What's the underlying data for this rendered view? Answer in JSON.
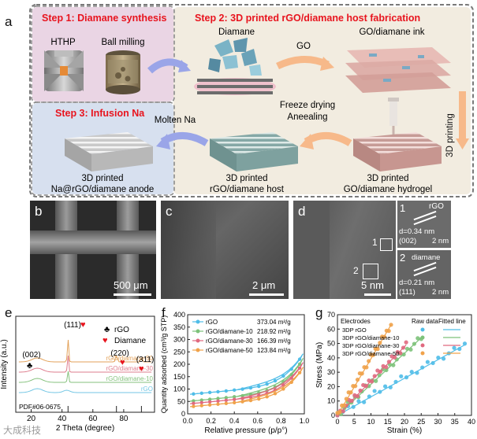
{
  "panel_a": {
    "letter": "a",
    "step1_title": "Step 1: Diamane synthesis",
    "step2_title": "Step 2: 3D printed rGO/diamane host fabrication",
    "step3_title": "Step 3: Infusion Na",
    "hthp": "HTHP",
    "ball_milling": "Ball milling",
    "diamane": "Diamane",
    "go": "GO",
    "go_ink": "GO/diamane ink",
    "printing": "3D printing",
    "freeze": "Freeze drying",
    "anneal": "Aneealing",
    "molten": "Molten Na",
    "item1_l1": "3D printed",
    "item1_l2": "Na@rGO/diamane anode",
    "item2_l1": "3D printed",
    "item2_l2": "rGO/diamane host",
    "item3_l1": "3D printed",
    "item3_l2": "GO/diamane hydrogel",
    "colors": {
      "step_title": "#e8141e",
      "step1_bg": "#ead5e4",
      "step2_bg": "#f2ece0",
      "step3_bg": "#d7e0ef",
      "arrow_blue": "#9aa5e8",
      "arrow_orange": "#f7b98a"
    }
  },
  "panel_b": {
    "letter": "b",
    "scale": "500 μm"
  },
  "panel_c": {
    "letter": "c",
    "scale": "2 μm"
  },
  "panel_d": {
    "letter": "d",
    "scale": "5 nm",
    "box1": "1",
    "box2": "2",
    "inset1_num": "1",
    "inset1_tag": "rGO",
    "inset1_d": "d=0.34 nm",
    "inset1_plane": "(002)",
    "inset1_scale": "2 nm",
    "inset2_num": "2",
    "inset2_tag": "diamane",
    "inset2_d": "d=0.21 nm",
    "inset2_plane": "(111)",
    "inset2_scale": "2 nm"
  },
  "panel_e": {
    "letter": "e"
  },
  "panel_f": {
    "letter": "f"
  },
  "panel_g": {
    "letter": "g"
  },
  "watermark": "大成科技",
  "chart_data": [
    {
      "id": "e",
      "type": "line",
      "xlabel": "2 Theta (degree)",
      "ylabel": "Intensity (a.u.)",
      "xlim": [
        10,
        100
      ],
      "xticks": [
        20,
        40,
        60,
        80
      ],
      "legend": [
        {
          "symbol": "♣",
          "label": "rGO"
        },
        {
          "symbol": "♥",
          "label": "Diamane"
        }
      ],
      "peak_labels": [
        "(111)",
        "(002)",
        "(220)",
        "(311)"
      ],
      "reference": "PDF#06-0675",
      "series": [
        {
          "name": "rGO/diamane-50",
          "color": "#e3a25a"
        },
        {
          "name": "rGO/diamane-30",
          "color": "#de7d8d"
        },
        {
          "name": "rGO/diamane-10",
          "color": "#86c27e"
        },
        {
          "name": "rGO",
          "color": "#73c6e4"
        }
      ]
    },
    {
      "id": "f",
      "type": "line",
      "xlabel": "Relative pressure (p/p°)",
      "ylabel": "Quantity adsorbed (cm³/g STP)",
      "xlim": [
        0,
        1.0
      ],
      "ylim": [
        0,
        400
      ],
      "xticks": [
        "0.0",
        "0.2",
        "0.4",
        "0.6",
        "0.8",
        "1.0"
      ],
      "yticks": [
        0,
        50,
        100,
        150,
        200,
        250,
        300,
        350,
        400
      ],
      "unit": "m²/g",
      "series": [
        {
          "name": "rGO",
          "surface_area": "373.04",
          "color": "#4fbde8",
          "ads_start": 78,
          "ads_end": 250
        },
        {
          "name": "rGO/diamane-10",
          "surface_area": "218.92",
          "color": "#7dc27a",
          "ads_start": 50,
          "ads_end": 232
        },
        {
          "name": "rGO/diamane-30",
          "surface_area": "166.39",
          "color": "#e0697f",
          "ads_start": 40,
          "ads_end": 215
        },
        {
          "name": "rGO/diamane-50",
          "surface_area": "123.84",
          "color": "#f0a24a",
          "ads_start": 28,
          "ads_end": 195
        }
      ]
    },
    {
      "id": "g",
      "type": "scatter",
      "xlabel": "Strain (%)",
      "ylabel": "Stress (MPa)",
      "xlim": [
        0,
        40
      ],
      "ylim": [
        0,
        70
      ],
      "xticks": [
        0,
        5,
        10,
        15,
        20,
        25,
        30,
        35,
        40
      ],
      "yticks": [
        0,
        10,
        20,
        30,
        40,
        50,
        60,
        70
      ],
      "legend_title": "Electrodes",
      "legend_raw": "Raw data",
      "legend_fit": "Fitted line",
      "series": [
        {
          "name": "3DP rGO",
          "color": "#4fbde8",
          "end_x": 38,
          "end_y": 49
        },
        {
          "name": "3DP rGO/diamane-10",
          "color": "#7dc27a",
          "end_x": 25,
          "end_y": 54
        },
        {
          "name": "3DP rGO/diamane-30",
          "color": "#e0697f",
          "end_x": 20.5,
          "end_y": 49
        },
        {
          "name": "3DP rGO/diamane-50",
          "color": "#f0a24a",
          "end_x": 16,
          "end_y": 63
        }
      ]
    }
  ]
}
